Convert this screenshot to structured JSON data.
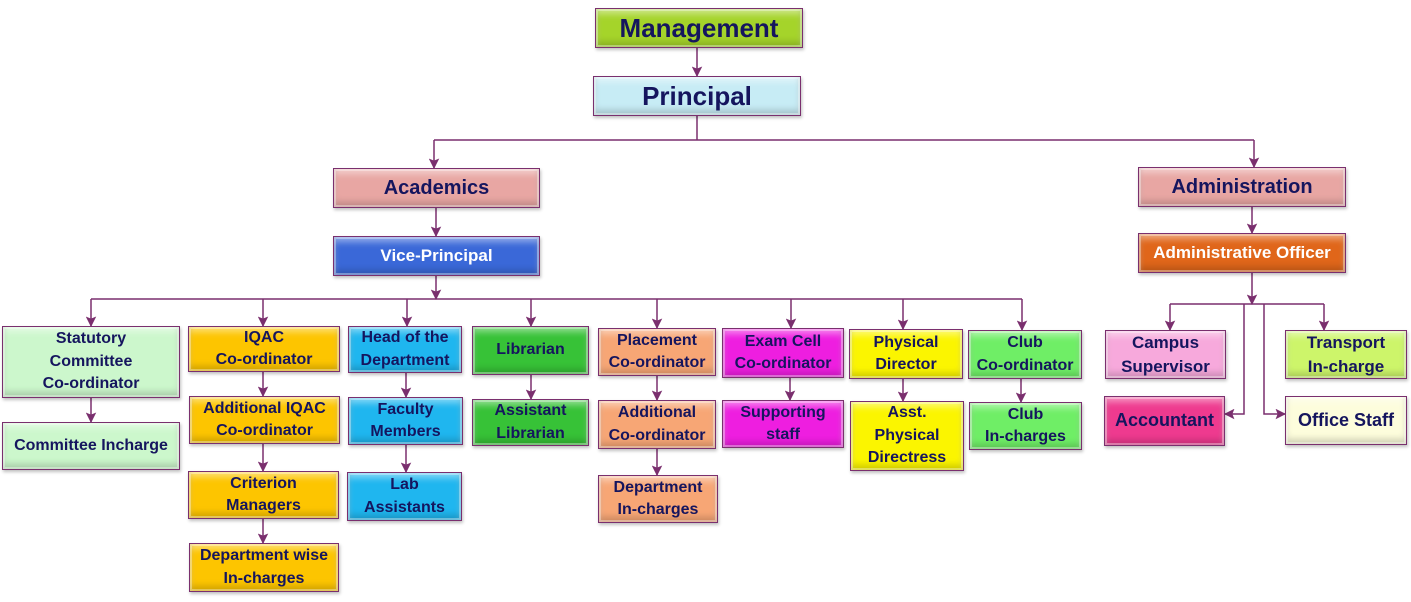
{
  "colors": {
    "connector": "#7a2f6e",
    "management": "#a5d42a",
    "principal": "#c7ecf5",
    "academics": "#e8a6a3",
    "vice_principal": "#3a68d8",
    "administrative_officer": "#e0661a",
    "statutory": "#ccf7cc",
    "iqac": "#fdc500",
    "hod": "#1fb6ef",
    "librarian": "#37c237",
    "placement": "#f7a675",
    "exam_cell": "#ee1ee0",
    "physical": "#fbf500",
    "club": "#6fee66",
    "campus_supervisor": "#f7a9dc",
    "transport": "#cdf56a",
    "accountant": "#ee3a8f",
    "office_staff": "#fdfddc"
  },
  "nodes": {
    "management": "Management",
    "principal": "Principal",
    "academics": "Academics",
    "administration": "Administration",
    "vice_principal": "Vice-Principal",
    "administrative_officer": "Administrative Officer",
    "statutory_committee": "Statutory\nCommittee\nCo-ordinator",
    "committee_incharge": "Committee Incharge",
    "iqac_coordinator": "IQAC\nCo-ordinator",
    "additional_iqac": "Additional IQAC\nCo-ordinator",
    "criterion_managers": "Criterion\nManagers",
    "department_wise": "Department wise\nIn-charges",
    "head_of_department": "Head of the\nDepartment",
    "faculty_members": "Faculty\nMembers",
    "lab_assistants": "Lab\nAssistants",
    "librarian": "Librarian",
    "assistant_librarian": "Assistant\nLibrarian",
    "placement_coordinator": "Placement\nCo-ordinator",
    "additional_coordinator": "Additional\nCo-ordinator",
    "department_incharges": "Department\nIn-charges",
    "exam_cell": "Exam Cell\nCo-ordinator",
    "supporting_staff": "Supporting\nstaff",
    "physical_director": "Physical\nDirector",
    "asst_physical_directress": "Asst.\nPhysical\nDirectress",
    "club_coordinator": "Club\nCo-ordinator",
    "club_incharges": "Club\nIn-charges",
    "campus_supervisor": "Campus\nSupervisor",
    "transport_incharge": "Transport\nIn-charge",
    "accountant": "Accountant",
    "office_staff": "Office Staff"
  }
}
